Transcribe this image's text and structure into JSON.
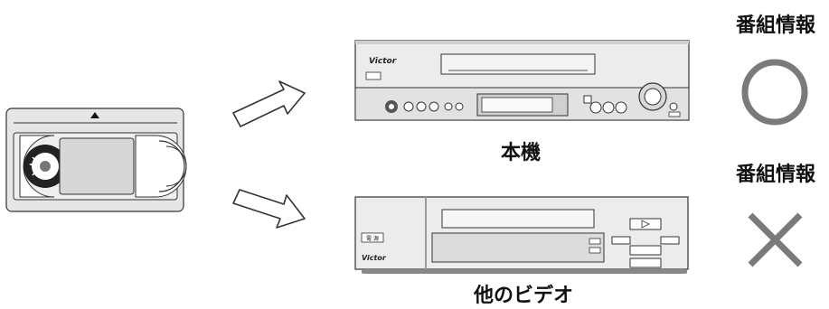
{
  "labels": {
    "this_unit": "本機",
    "other_video": "他のビデオ",
    "program_info_top": "番組情報",
    "program_info_bottom": "番組情報"
  },
  "results": {
    "this_unit": "circle-mark",
    "other_video": "cross-mark"
  },
  "brand": {
    "vcr_top_logo": "Victor",
    "vcr_bottom_logo": "Victor",
    "vcr_bottom_button": "電 源"
  },
  "colors": {
    "mark_gray": "#7a7a7a",
    "device_body": "#e9e9e9",
    "outline": "#222222"
  }
}
